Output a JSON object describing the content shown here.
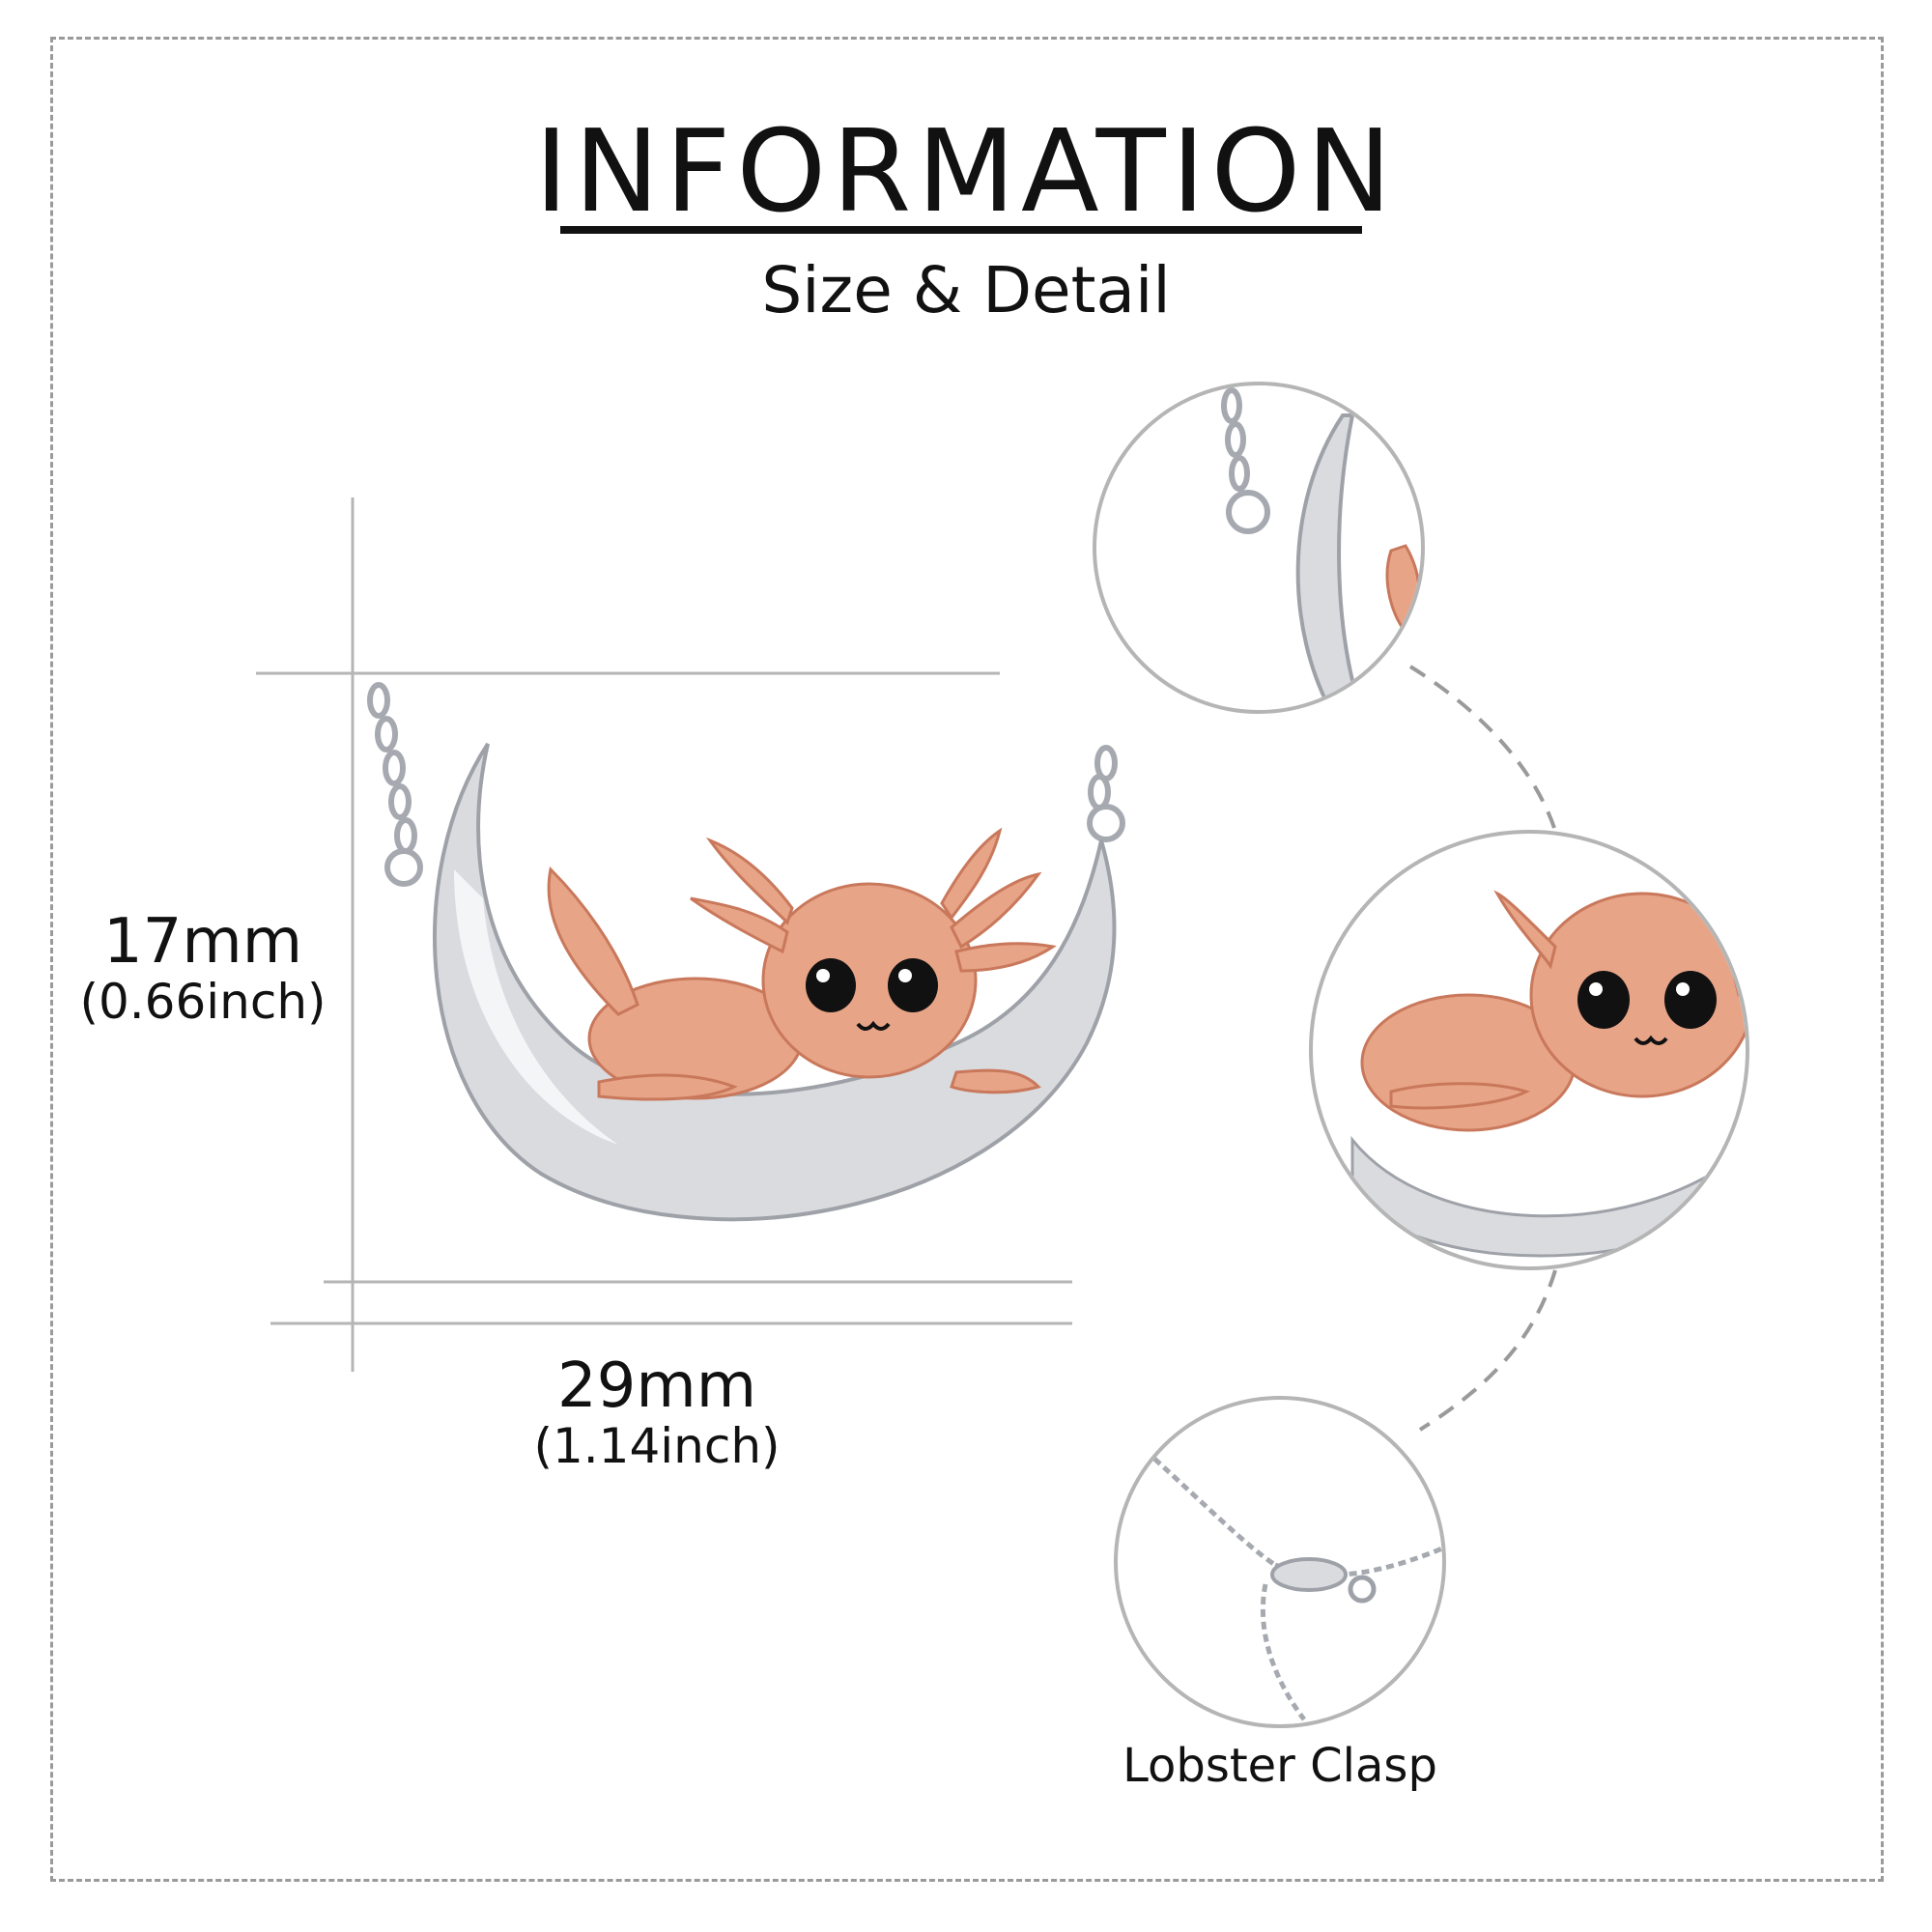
{
  "header": {
    "title": "INFORMATION",
    "subtitle": "Size & Detail"
  },
  "dimensions": {
    "height_mm": "17mm",
    "height_in": "(0.66inch)",
    "width_mm": "29mm",
    "width_in": "(1.14inch)"
  },
  "details": {
    "clasp_label": "Lobster Clasp"
  },
  "colors": {
    "rose_gold": "#e7a487",
    "rose_gold_dark": "#c9785b",
    "silver": "#d9dbdf",
    "silver_dark": "#9ea2a8",
    "guide_line": "#b5b5b5",
    "dash_connector": "#9a9a9a"
  }
}
